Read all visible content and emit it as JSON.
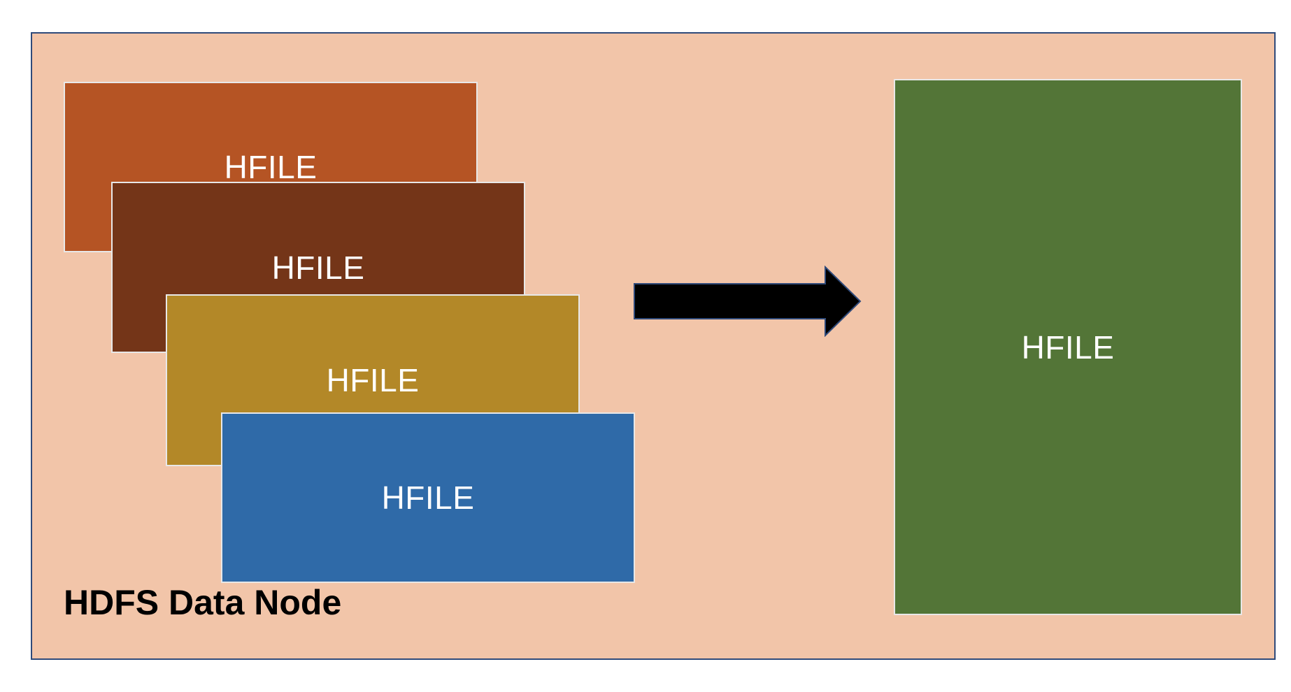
{
  "diagram": {
    "container": {
      "label": "HDFS Data Node",
      "fill": "#f2c5a9",
      "border": "#2f4a7a"
    },
    "input_files": [
      {
        "label": "HFILE",
        "fill": "#b55424"
      },
      {
        "label": "HFILE",
        "fill": "#743518"
      },
      {
        "label": "HFILE",
        "fill": "#b38828"
      },
      {
        "label": "HFILE",
        "fill": "#2f6aa8"
      }
    ],
    "arrow": {
      "icon": "right-arrow-icon",
      "fill": "#000000",
      "stroke": "#2f4a7a"
    },
    "output_file": {
      "label": "HFILE",
      "fill": "#537537"
    }
  }
}
